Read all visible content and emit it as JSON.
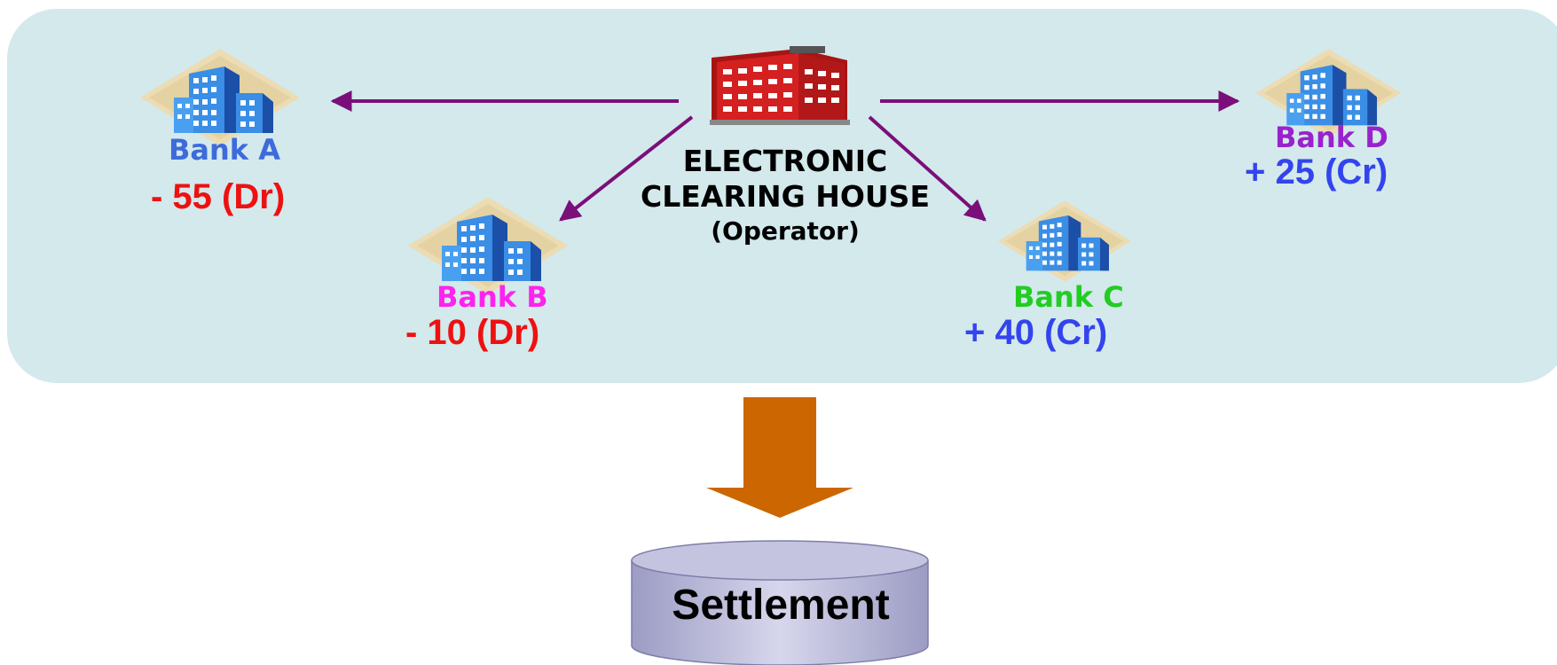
{
  "clearing_house": {
    "title_line1": "ELECTRONIC",
    "title_line2": "CLEARING HOUSE",
    "subtitle": "(Operator)"
  },
  "banks": [
    {
      "name": "Bank A",
      "amount": "- 55 (Dr)",
      "name_color": "#3d6bdb",
      "amount_color": "#ee1111"
    },
    {
      "name": "Bank B",
      "amount": "- 10 (Dr)",
      "name_color": "#ff22ee",
      "amount_color": "#ee1111"
    },
    {
      "name": "Bank C",
      "amount": "+ 40 (Cr)",
      "name_color": "#22cc22",
      "amount_color": "#3344ee"
    },
    {
      "name": "Bank D",
      "amount": "+ 25 (Cr)",
      "name_color": "#9922cc",
      "amount_color": "#3344ee"
    }
  ],
  "settlement": {
    "label": "Settlement"
  },
  "colors": {
    "panel": "#d3e9ec",
    "arrows": "#7a0f7a",
    "down_arrow": "#cc6600",
    "cylinder": "#b3b3d6"
  }
}
